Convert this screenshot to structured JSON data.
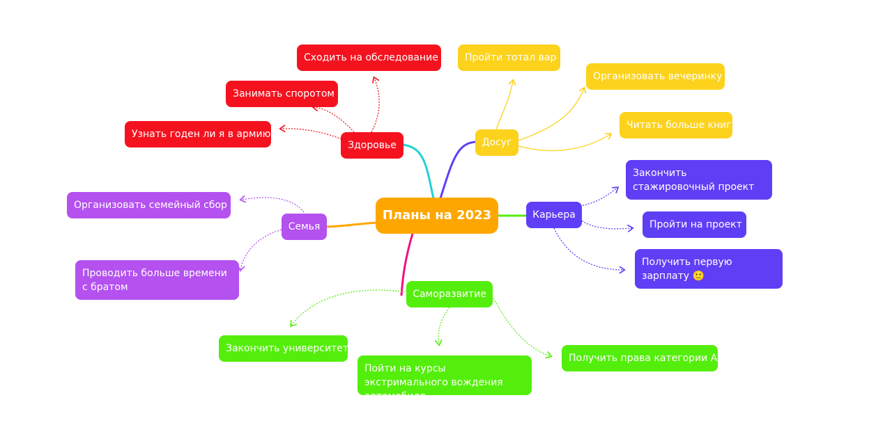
{
  "colors": {
    "center": "#fea600",
    "health": "#f5121f",
    "leisure": "#fcd21c",
    "career": "#5f3ff5",
    "family": "#b451ef",
    "growth": "#54ee0c",
    "link_health": "#1fd1d6",
    "link_leisure": "#5f3ff5",
    "link_career": "#54ee0c",
    "link_family": "#fea600",
    "link_growth": "#f0107e"
  },
  "center": {
    "label": "Планы на 2023"
  },
  "branches": {
    "health": {
      "label": "Здоровье",
      "items": [
        "Сходить на обследование",
        "Занимать споротом",
        "Узнать годен ли я в армию"
      ]
    },
    "leisure": {
      "label": "Досуг",
      "items": [
        "Пройти тотал вар",
        "Организовать вечеринку",
        "Читать больше книг"
      ]
    },
    "career": {
      "label": "Карьера",
      "items": [
        "Закончить стажировочный проект",
        "Пройти на проект",
        "Получить первую зарплату 🙂"
      ]
    },
    "family": {
      "label": "Семья",
      "items": [
        "Организовать семейный сбор",
        "Проводить больше времени с братом"
      ]
    },
    "growth": {
      "label": "Саморазвитие",
      "items": [
        "Закончить университет",
        "Пойти на курсы экстримального вождения автомобиля",
        "Получить права категории А"
      ]
    }
  }
}
